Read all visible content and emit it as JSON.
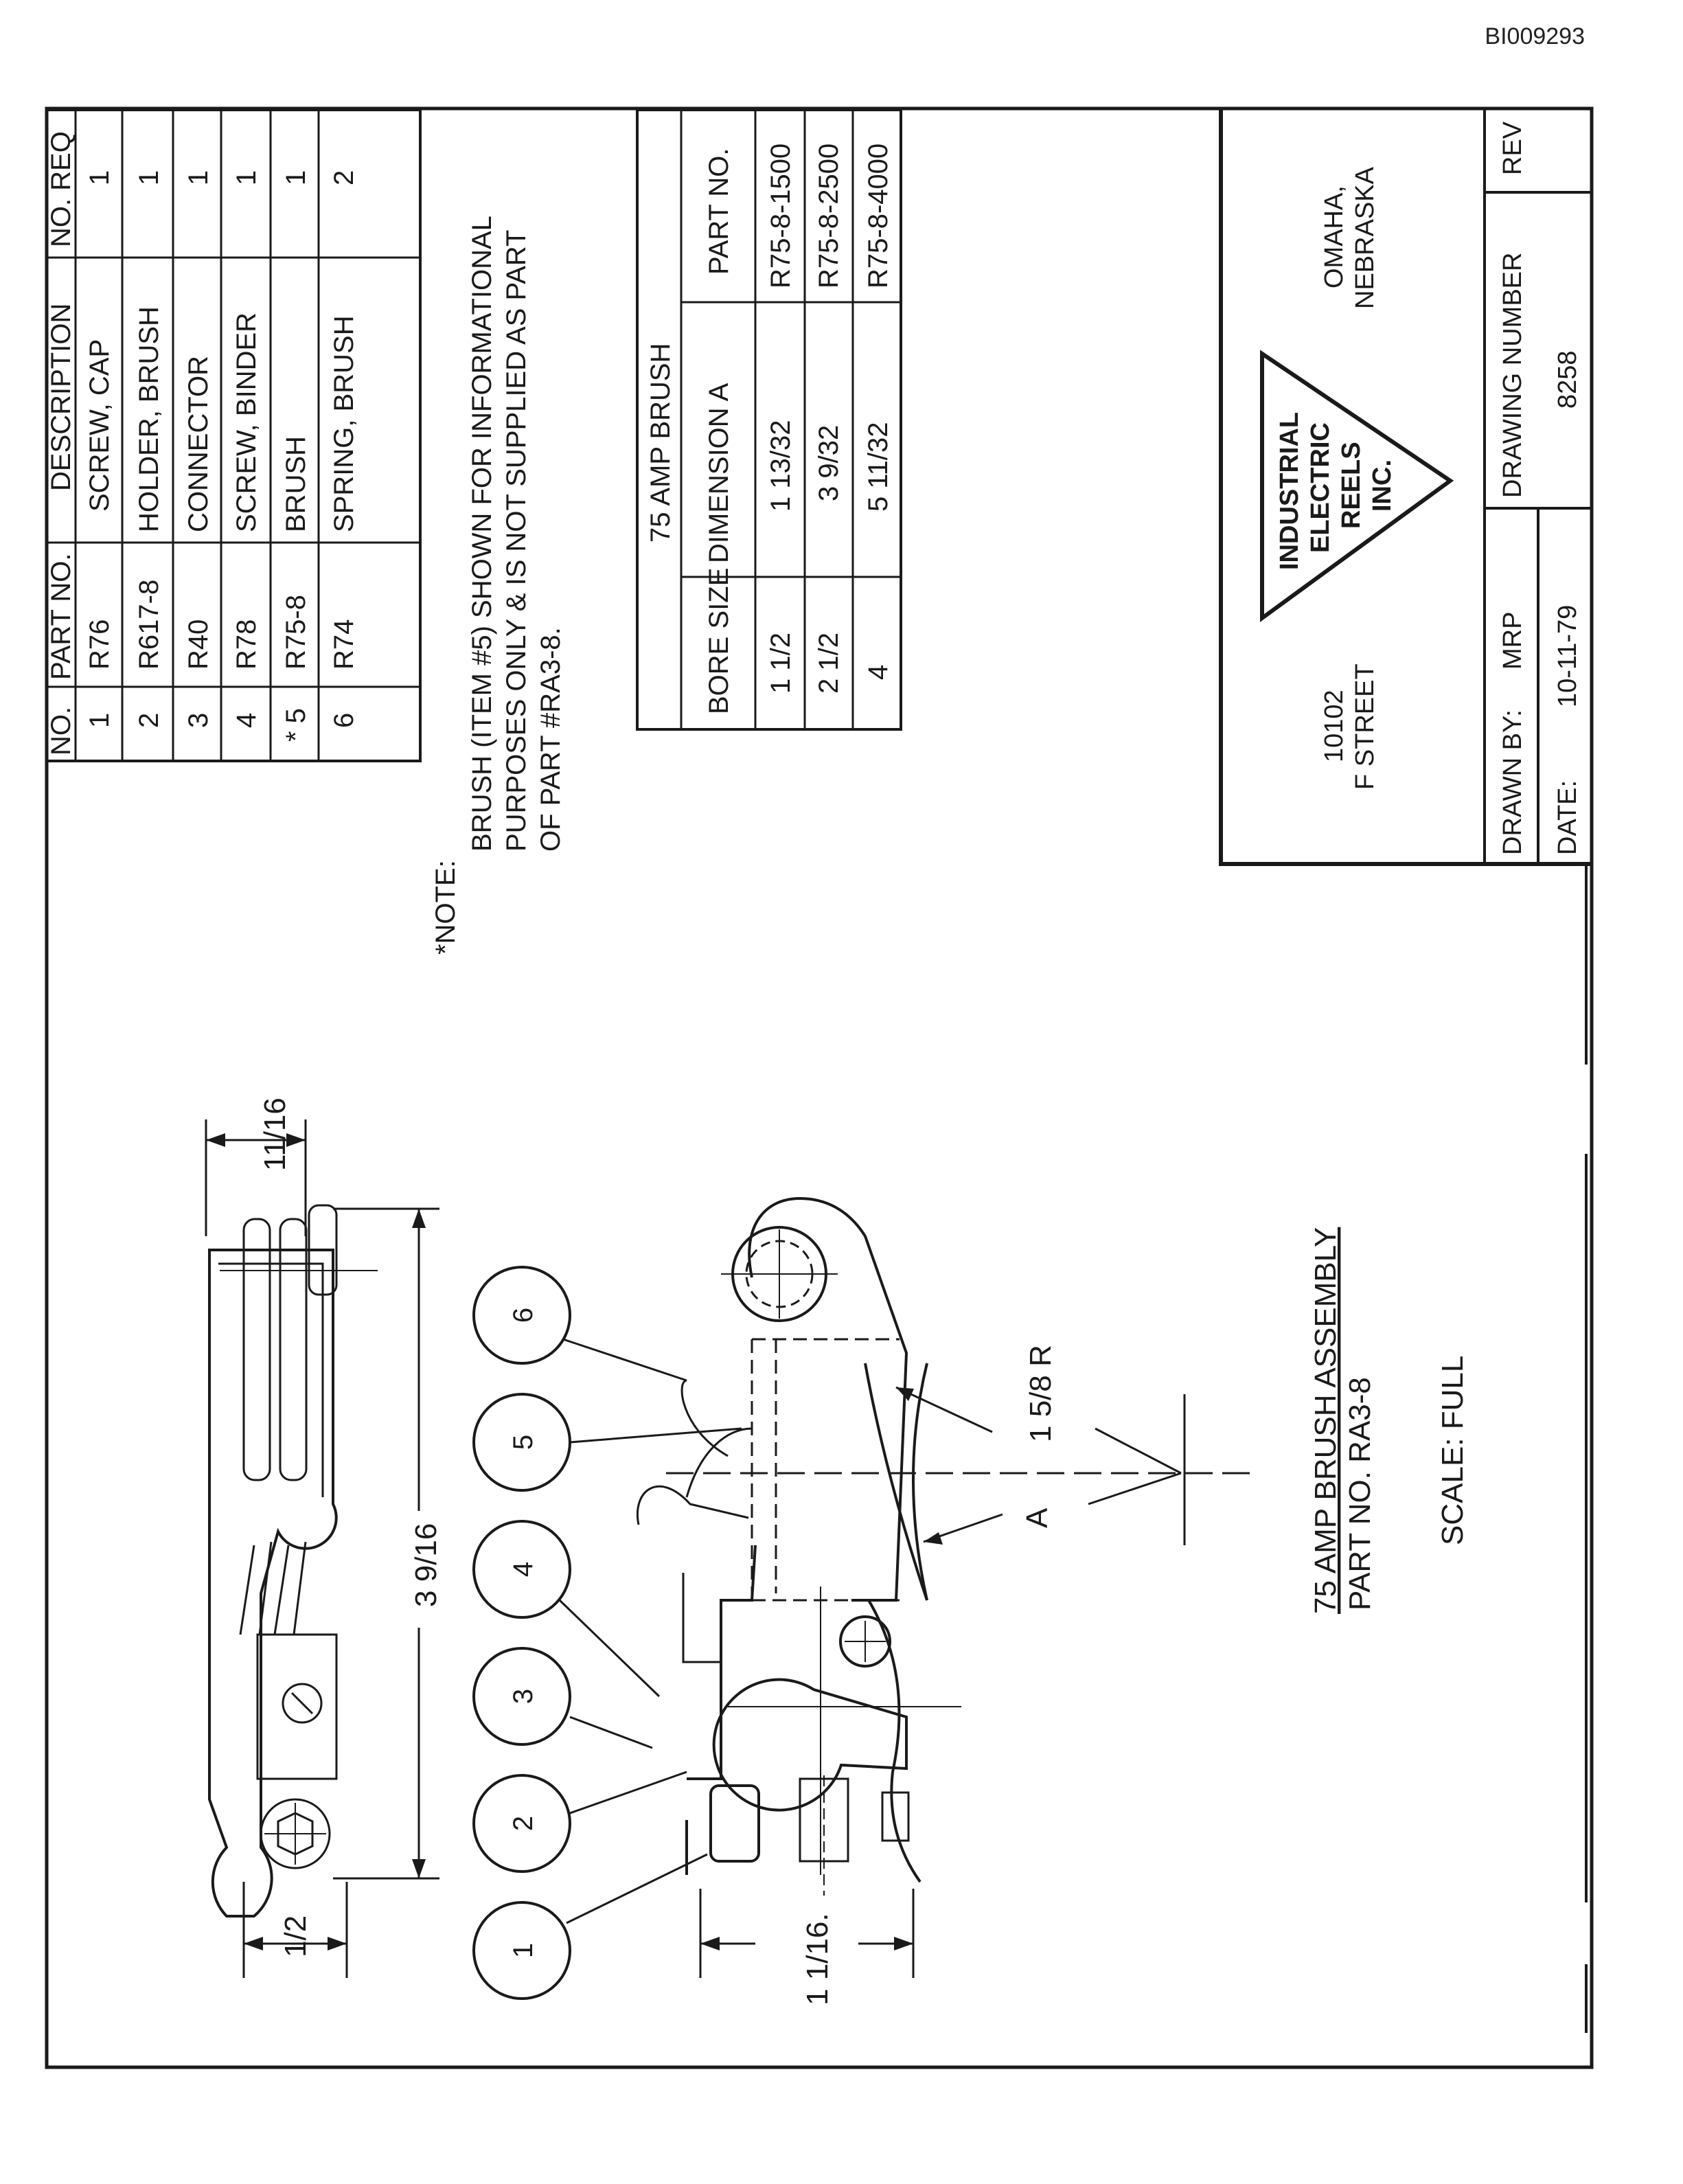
{
  "bates_number": "BI009293",
  "parts_table": {
    "headers": [
      "NO.",
      "PART NO.",
      "DESCRIPTION",
      "NO. REQ"
    ],
    "rows": [
      {
        "no": "1",
        "part": "R76",
        "desc": "SCREW, CAP",
        "req": "1"
      },
      {
        "no": "2",
        "part": "R617-8",
        "desc": "HOLDER, BRUSH",
        "req": "1"
      },
      {
        "no": "3",
        "part": "R40",
        "desc": "CONNECTOR",
        "req": "1"
      },
      {
        "no": "4",
        "part": "R78",
        "desc": "SCREW, BINDER",
        "req": "1"
      },
      {
        "no": "* 5",
        "part": "R75-8",
        "desc": "BRUSH",
        "req": "1"
      },
      {
        "no": "6",
        "part": "R74",
        "desc": "SPRING, BRUSH",
        "req": "2"
      }
    ]
  },
  "note": {
    "title": "*NOTE:",
    "lines": [
      "BRUSH (ITEM #5) SHOWN FOR INFORMATIONAL",
      "PURPOSES ONLY & IS NOT SUPPLIED AS PART",
      "OF PART #RA3-8."
    ]
  },
  "brush_table": {
    "title": "75 AMP BRUSH",
    "headers": [
      "BORE SIZE",
      "DIMENSION A",
      "PART NO."
    ],
    "rows": [
      {
        "bore": "1 1/2",
        "dim": "1 13/32",
        "part": "R75-8-1500"
      },
      {
        "bore": "2 1/2",
        "dim": "3 9/32",
        "part": "R75-8-2500"
      },
      {
        "bore": "4",
        "dim": "5 11/32",
        "part": "R75-8-4000"
      }
    ]
  },
  "title_block": {
    "company_lines": [
      "INDUSTRIAL",
      "ELECTRIC",
      "REELS",
      "INC."
    ],
    "address_lines": [
      "10102",
      "F STREET"
    ],
    "city_lines": [
      "OMAHA,",
      "NEBRASKA"
    ],
    "drawn_by_label": "DRAWN BY:",
    "drawn_by": "MRP",
    "date_label": "DATE:",
    "date": "10-11-79",
    "drawing_number_label": "DRAWING NUMBER",
    "drawing_number": "8258",
    "rev_label": "REV",
    "rev": ""
  },
  "assembly": {
    "title": "75 AMP BRUSH ASSEMBLY",
    "part_no": "PART NO. RA3-8",
    "scale": "SCALE: FULL"
  },
  "dimensions": {
    "d_11_16": "11/16",
    "d_3_9_16": "3 9/16",
    "d_1_2": "1/2",
    "d_1_1_16": "1 1/16.",
    "d_1_5_8_r": "1 5/8 R",
    "d_a": "A"
  },
  "balloons": [
    "1",
    "2",
    "3",
    "4",
    "5",
    "6"
  ]
}
